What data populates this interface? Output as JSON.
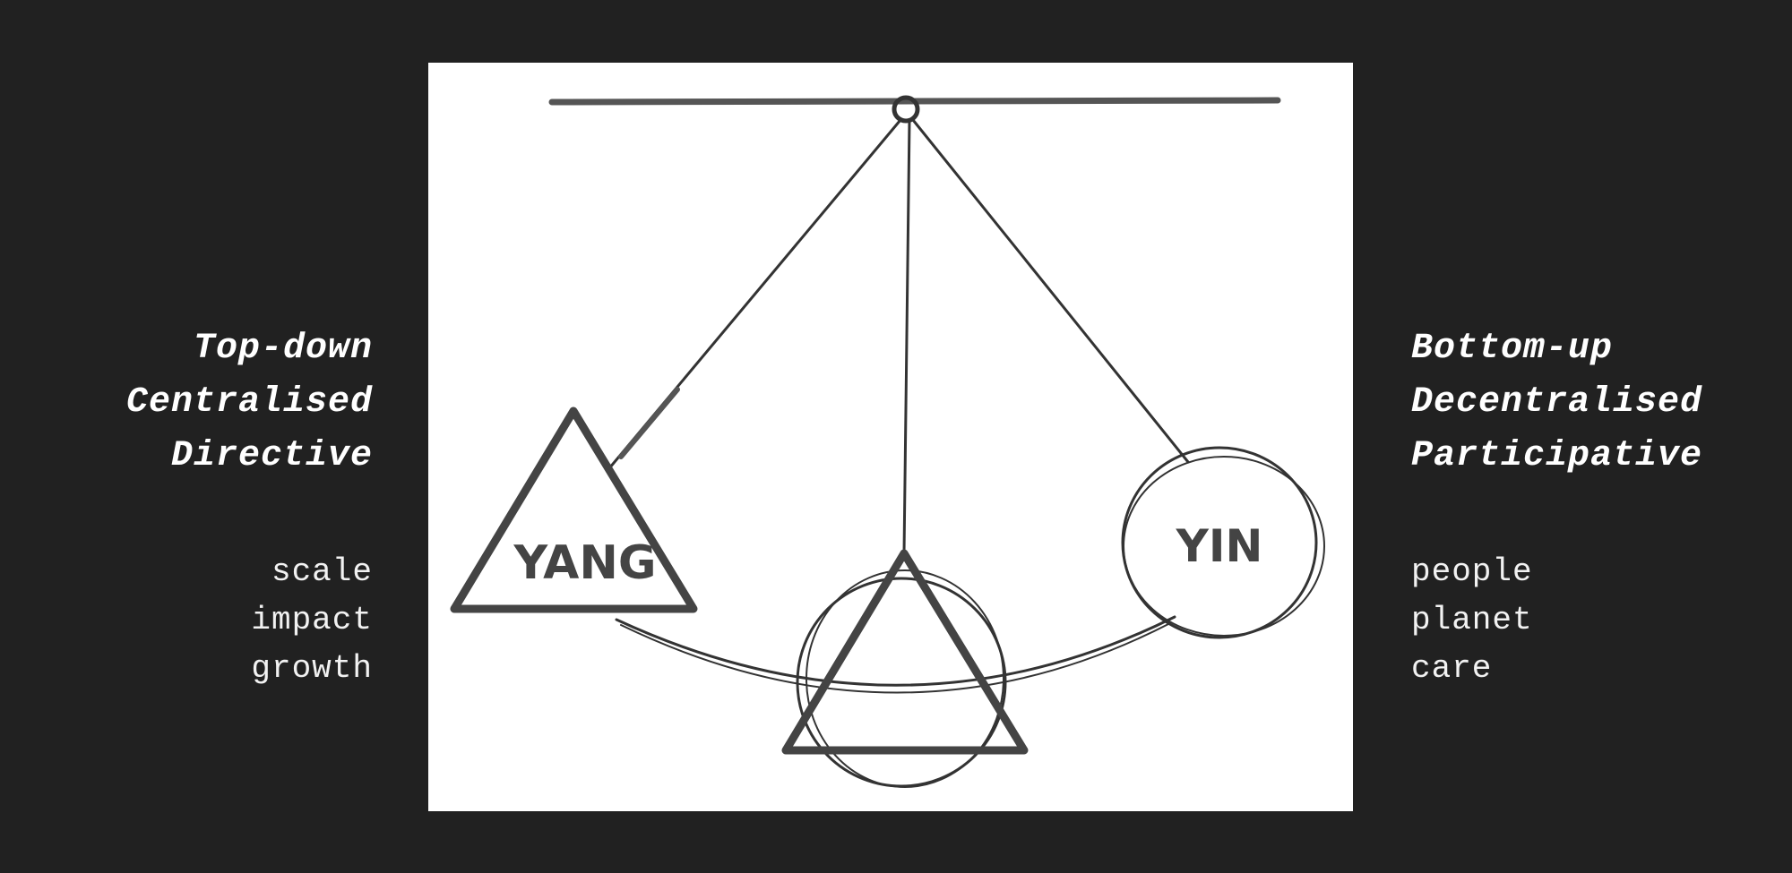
{
  "left": {
    "headings": [
      "Top-down",
      "Centralised",
      "Directive"
    ],
    "keywords": [
      "scale",
      "impact",
      "growth"
    ]
  },
  "right": {
    "headings": [
      "Bottom-up",
      "Decentralised",
      "Participative"
    ],
    "keywords": [
      "people",
      "planet",
      "care"
    ]
  },
  "diagram": {
    "left_label": "YANG",
    "right_label": "YIN",
    "stroke_color": "#444444",
    "background_color": "#212121"
  }
}
